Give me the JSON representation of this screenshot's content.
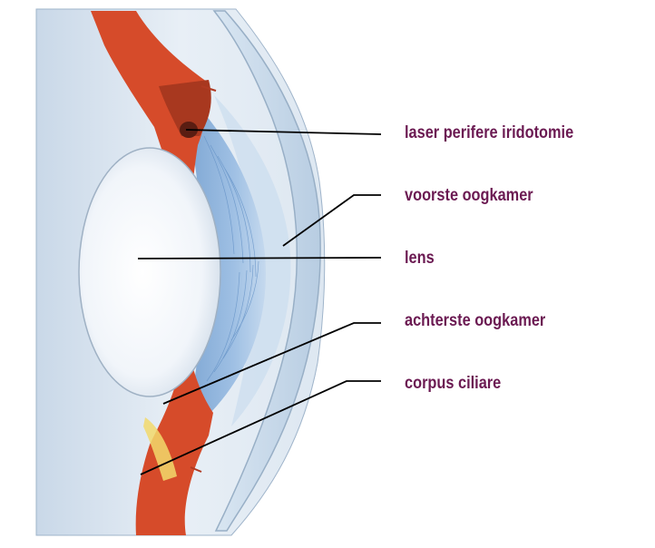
{
  "diagram": {
    "labels": [
      {
        "id": "laser-peripheral-iridotomy",
        "text": "laser perifere iridotomie"
      },
      {
        "id": "anterior-chamber",
        "text": "voorste oogkamer"
      },
      {
        "id": "lens",
        "text": "lens"
      },
      {
        "id": "posterior-chamber",
        "text": "achterste oogkamer"
      },
      {
        "id": "ciliary-body",
        "text": "corpus ciliare"
      }
    ],
    "colors": {
      "label_text": "#6b1a52",
      "leader_line": "#000000",
      "sclera": "#e4ecf4",
      "cornea_edge": "#a9bfd6",
      "iris_blue": "#8fb3dc",
      "iris_red": "#d64b2a",
      "lens": "#eef3f9"
    }
  }
}
